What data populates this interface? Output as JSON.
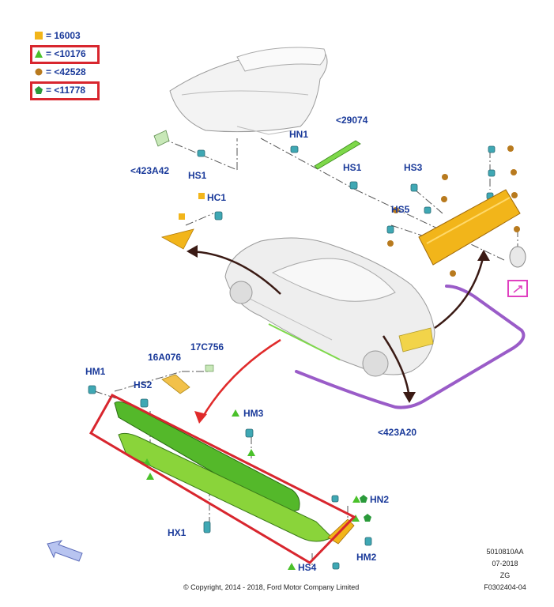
{
  "legend": [
    {
      "symbol": "square",
      "color": "#f2b51a",
      "text": "= 16003"
    },
    {
      "symbol": "triangle",
      "color": "#4ac12a",
      "text": "= <10176",
      "boxed": true
    },
    {
      "symbol": "circle",
      "color": "#b87a1e",
      "text": "= <42528"
    },
    {
      "symbol": "pentagon",
      "color": "#2a9a3a",
      "text": "= <11778",
      "boxed": true
    }
  ],
  "labels": {
    "p29074": "<29074",
    "hn1": "HN1",
    "hs1a": "HS1",
    "hs1b": "HS1",
    "p423a42": "<423A42",
    "hc1": "HC1",
    "hs3": "HS3",
    "hs5": "HS5",
    "p423a20": "<423A20",
    "hm1": "HM1",
    "p16a076": "16A076",
    "p17c756": "17C756",
    "hs2": "HS2",
    "hm3": "HM3",
    "hn2": "HN2",
    "hx1": "HX1",
    "hm2": "HM2",
    "hs4": "HS4"
  },
  "footer": {
    "copyright": "© Copyright, 2014 - 2018, Ford Motor Company Limited",
    "code1": "5010810AA",
    "code2": "07-2018",
    "code3": "ZG",
    "code4": "F0302404-04"
  },
  "colors": {
    "label_blue": "#1a3a9a",
    "highlight_red": "#d8262e",
    "trim_purple": "#9a5cc8",
    "part_yellow": "#f2b51a",
    "part_green": "#6ccf2a",
    "magenta_box": "#e040c0"
  }
}
